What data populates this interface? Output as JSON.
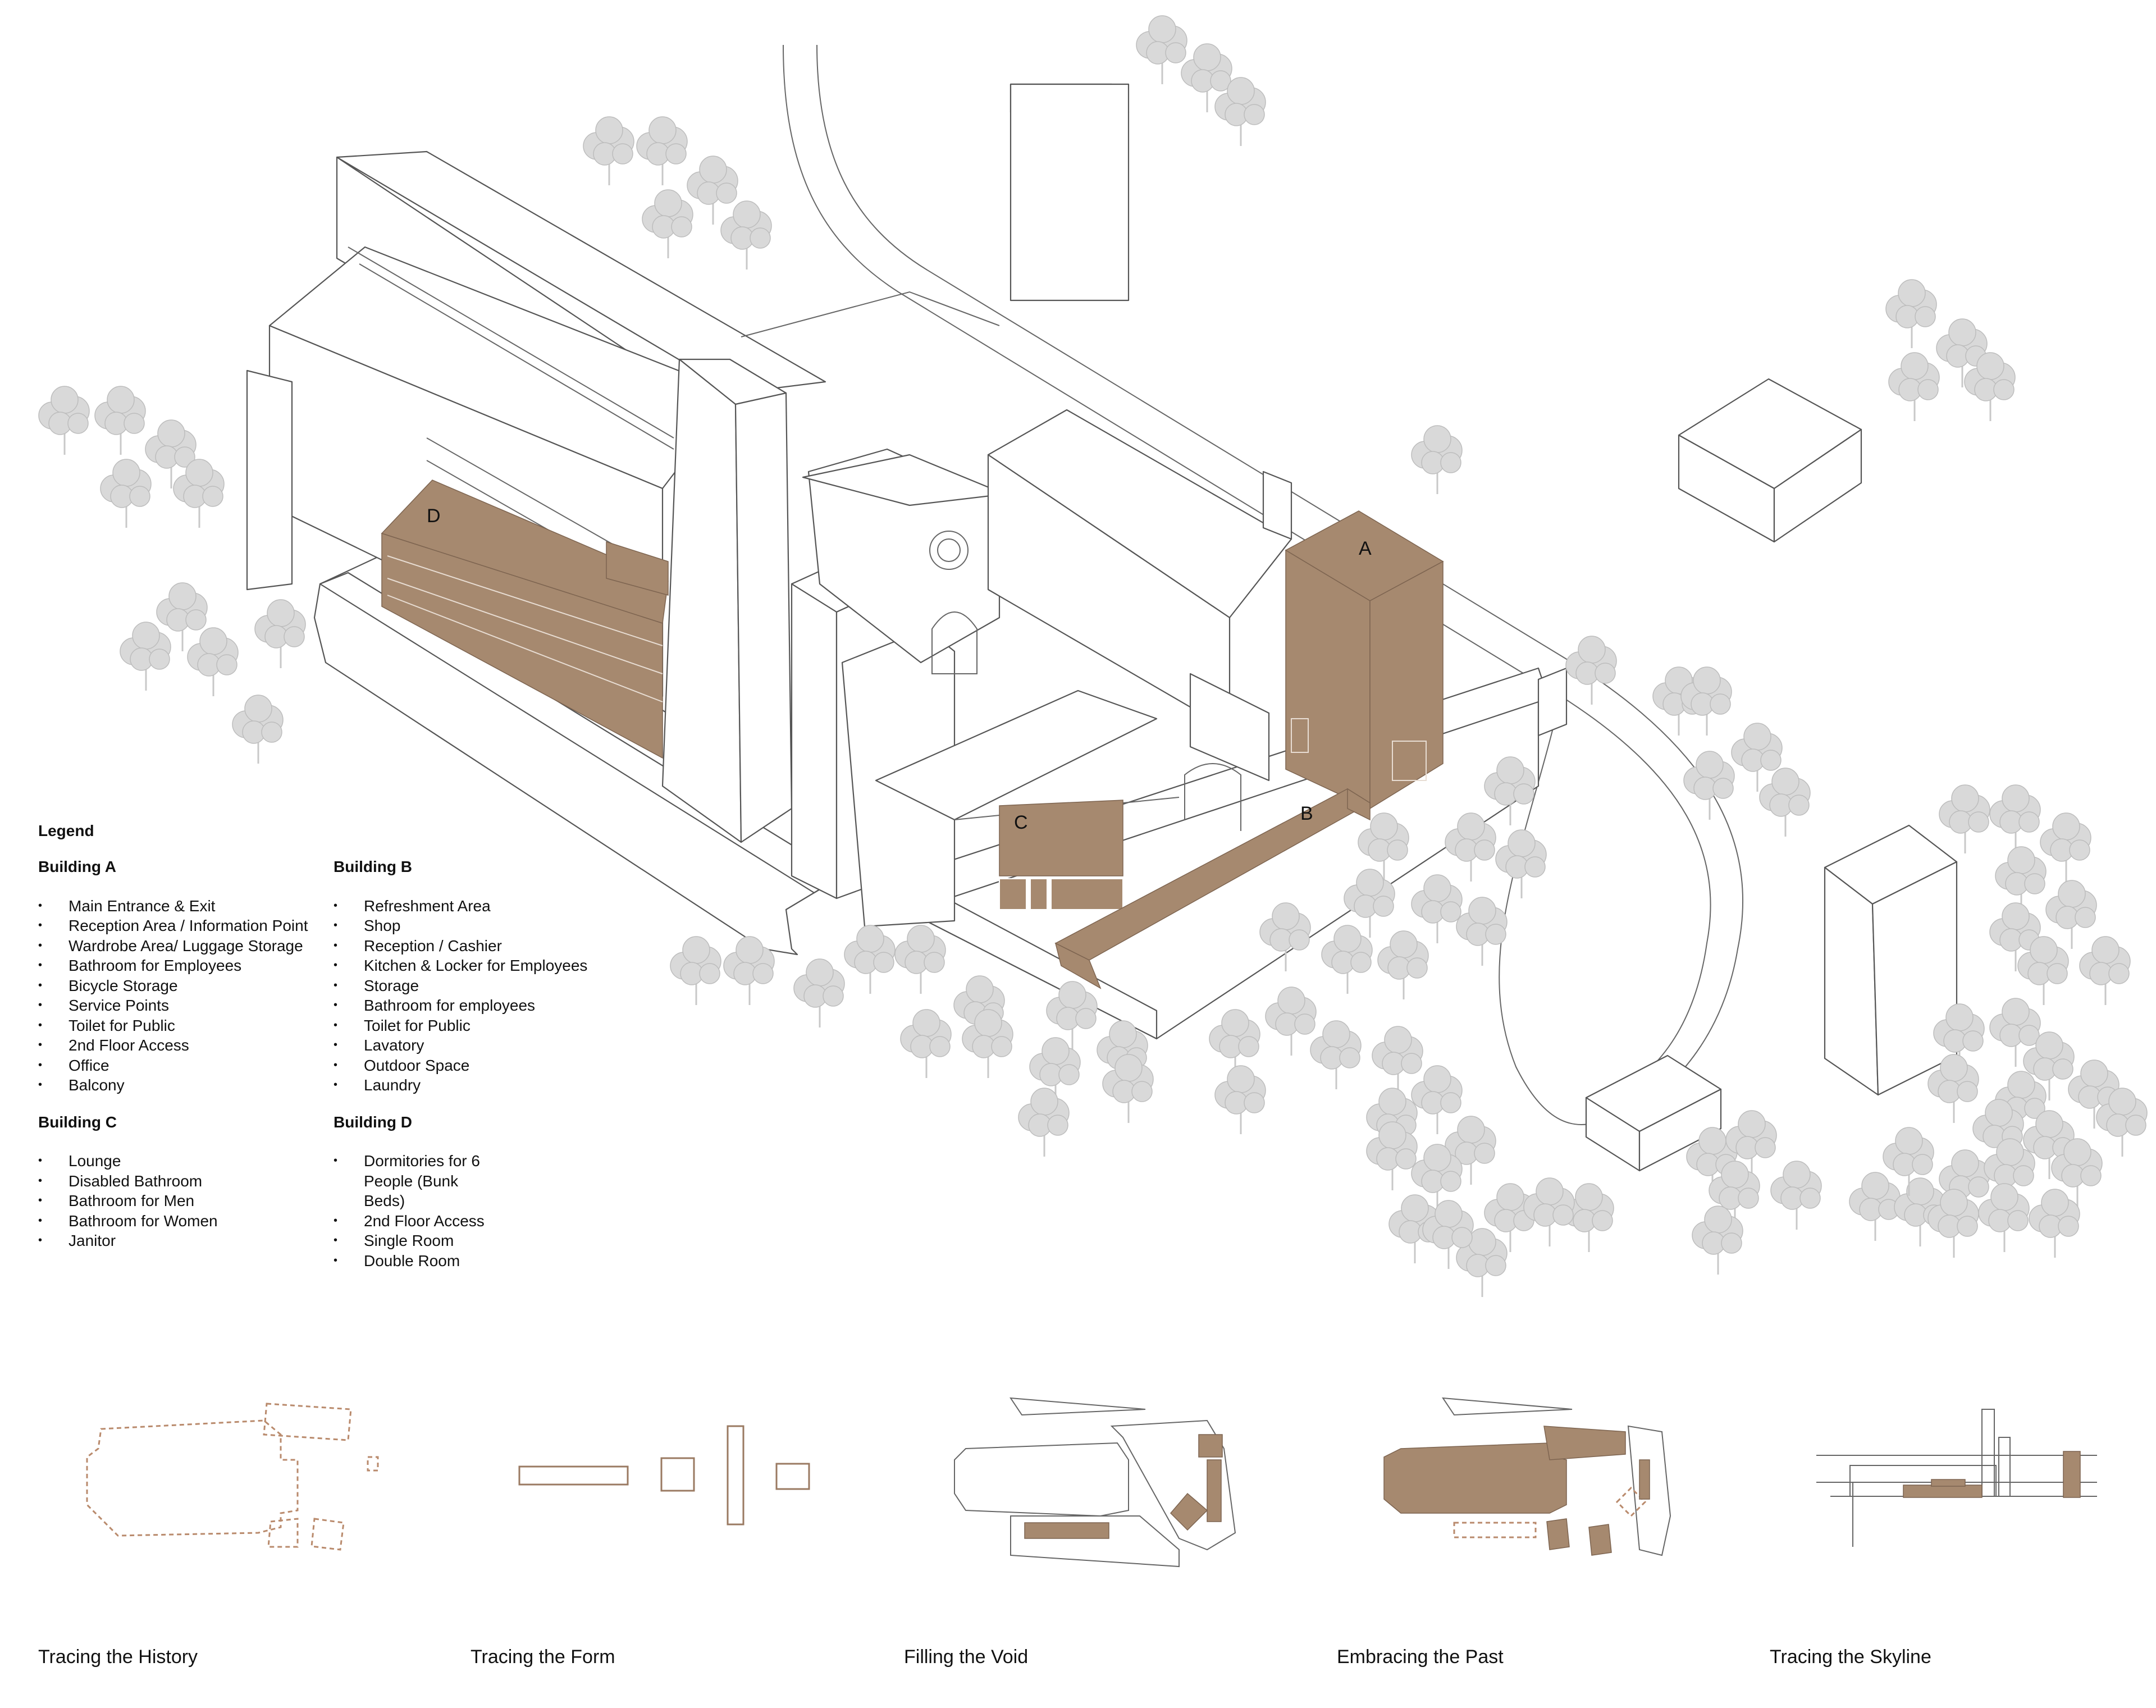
{
  "building_labels": {
    "a": "A",
    "b": "B",
    "c": "C",
    "d": "D"
  },
  "legend": {
    "title": "Legend",
    "building_a": {
      "heading": "Building A",
      "items": [
        "Main Entrance & Exit",
        "Reception Area / Information Point",
        "Wardrobe Area/ Luggage Storage",
        "Bathroom for Employees",
        "Bicycle Storage",
        "Service Points",
        "Toilet for Public",
        "2nd Floor Access",
        "Office",
        "Balcony"
      ]
    },
    "building_b": {
      "heading": "Building B",
      "items": [
        "Refreshment Area",
        "Shop",
        "Reception / Cashier",
        "Kitchen & Locker for Employees",
        "Storage",
        "Bathroom for employees",
        "Toilet for Public",
        "Lavatory",
        "Outdoor Space",
        "Laundry"
      ]
    },
    "building_c": {
      "heading": "Building C",
      "items": [
        "Lounge",
        "Disabled Bathroom",
        "Bathroom for Men",
        "Bathroom for Women",
        "Janitor"
      ]
    },
    "building_d": {
      "heading": "Building D",
      "items": [
        "Dormitories for 6 People (Bunk Beds)",
        "2nd Floor Access",
        "Single Room",
        "Double Room"
      ]
    }
  },
  "diagram_steps": [
    "Tracing the History",
    "Tracing the Form",
    "Filling the Void",
    "Embracing the Past",
    "Tracing the Skyline"
  ],
  "colors": {
    "building_fill": "#a6896f",
    "line": "#555555",
    "tree": "#d9d9d9"
  }
}
